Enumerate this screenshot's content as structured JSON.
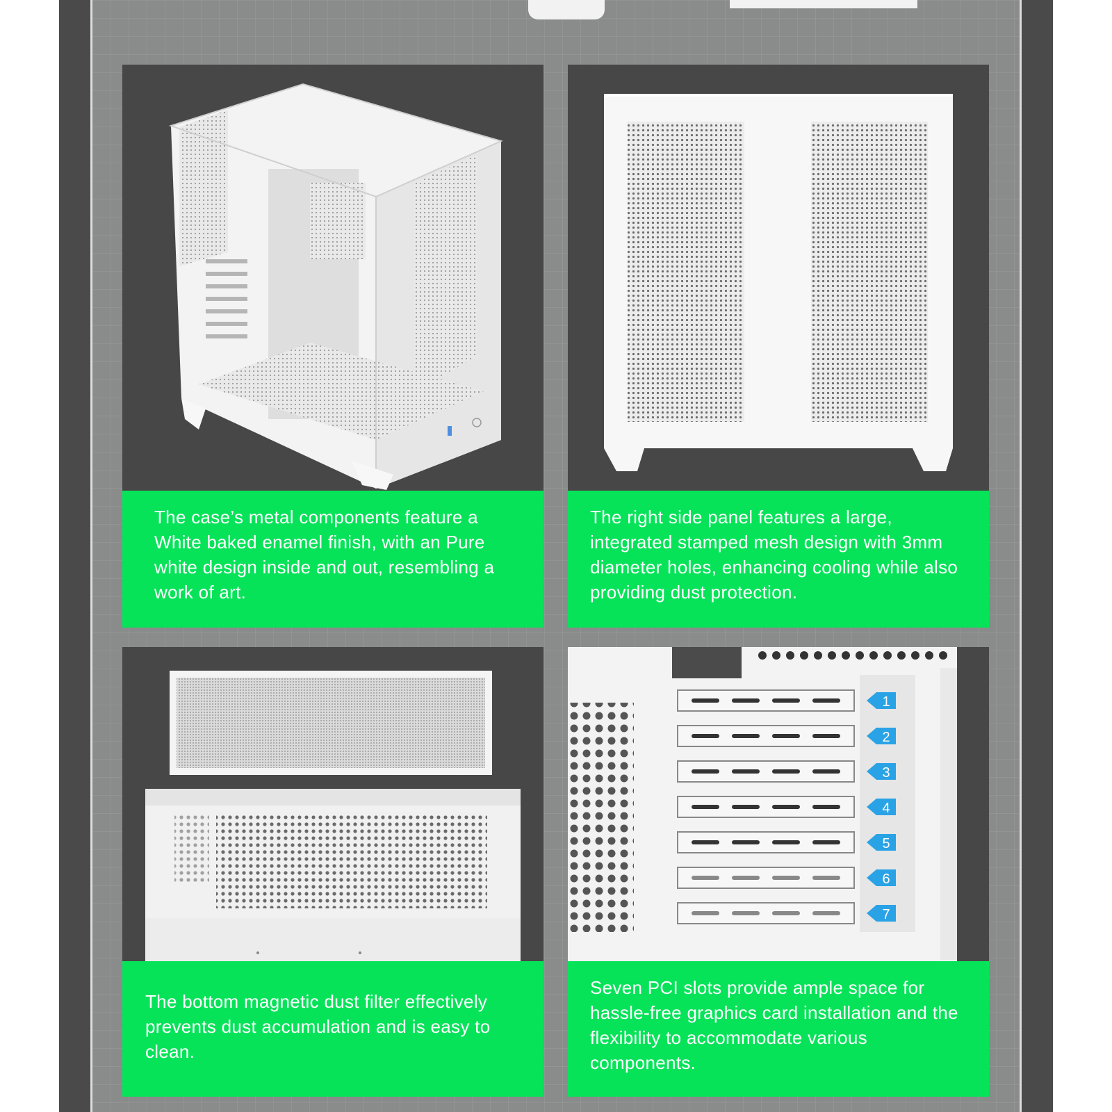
{
  "panels": [
    {
      "caption": "The case’s metal components feature a White baked enamel finish, with an Pure white design inside and out, resembling a work of art."
    },
    {
      "caption": "The right side panel features a large, integrated stamped mesh design with 3mm diameter holes, enhancing cooling while also providing dust protection."
    },
    {
      "caption": "The bottom magnetic dust filter effectively prevents dust accumulation and is easy to clean."
    },
    {
      "caption": "Seven PCI slots provide ample space for hassle-free graphics card installation and the flexibility to accommodate various components.",
      "slot_numbers": [
        "1",
        "2",
        "3",
        "4",
        "5",
        "6",
        "7"
      ]
    }
  ],
  "colors": {
    "accent_green": "#07e359",
    "panel_dark": "#474747",
    "frame_dark": "#4a4a4a",
    "arrow_blue": "#2aa3e6"
  }
}
